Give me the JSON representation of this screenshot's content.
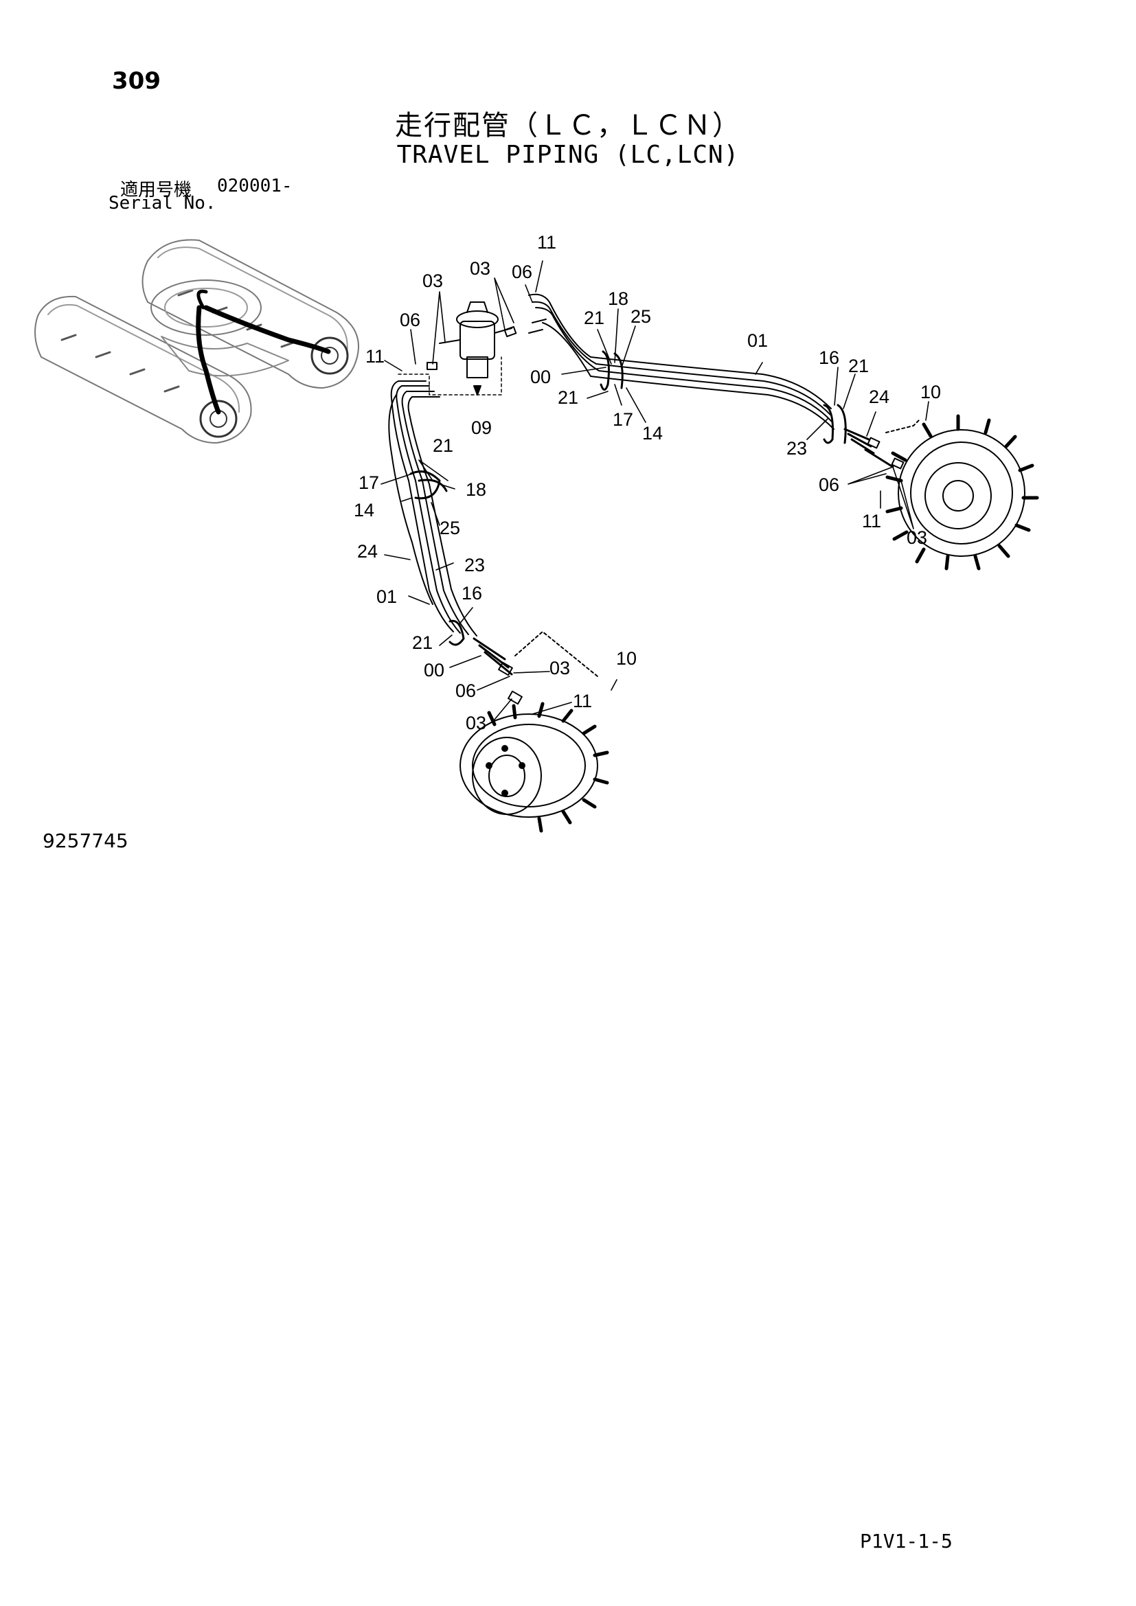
{
  "header": {
    "page_number": "309",
    "title_jp": "走行配管（ＬＣ，ＬＣＮ）",
    "title_en": "TRAVEL PIPING (LC,LCN)",
    "serial_label_jp": "適用号機",
    "serial_value": "020001-",
    "serial_label_en": "Serial No."
  },
  "footer": {
    "drawing_id": "9257745",
    "page_code": "P1V1-1-5"
  },
  "callouts": [
    {
      "id": "c-11-top",
      "text": "11"
    },
    {
      "id": "c-03-a",
      "text": "03"
    },
    {
      "id": "c-03-b",
      "text": "03"
    },
    {
      "id": "c-06-a",
      "text": "06"
    },
    {
      "id": "c-06-b",
      "text": "06"
    },
    {
      "id": "c-11-left",
      "text": "11"
    },
    {
      "id": "c-09",
      "text": "09"
    },
    {
      "id": "c-00-top",
      "text": "00"
    },
    {
      "id": "c-21-top",
      "text": "21"
    },
    {
      "id": "c-18-top",
      "text": "18"
    },
    {
      "id": "c-25-top",
      "text": "25"
    },
    {
      "id": "c-21-mid",
      "text": "21"
    },
    {
      "id": "c-17-top",
      "text": "17"
    },
    {
      "id": "c-14-top",
      "text": "14"
    },
    {
      "id": "c-01-top",
      "text": "01"
    },
    {
      "id": "c-16-right",
      "text": "16"
    },
    {
      "id": "c-21-right",
      "text": "21"
    },
    {
      "id": "c-24-right",
      "text": "24"
    },
    {
      "id": "c-10-right",
      "text": "10"
    },
    {
      "id": "c-23-right",
      "text": "23"
    },
    {
      "id": "c-06-right",
      "text": "06"
    },
    {
      "id": "c-11-right",
      "text": "11"
    },
    {
      "id": "c-03-right",
      "text": "03"
    },
    {
      "id": "c-21-clamp",
      "text": "21"
    },
    {
      "id": "c-17-left",
      "text": "17"
    },
    {
      "id": "c-18-left",
      "text": "18"
    },
    {
      "id": "c-14-left",
      "text": "14"
    },
    {
      "id": "c-25-left",
      "text": "25"
    },
    {
      "id": "c-24-left",
      "text": "24"
    },
    {
      "id": "c-23-left",
      "text": "23"
    },
    {
      "id": "c-01-left",
      "text": "01"
    },
    {
      "id": "c-16-bottom",
      "text": "16"
    },
    {
      "id": "c-21-bottom",
      "text": "21"
    },
    {
      "id": "c-00-bottom",
      "text": "00"
    },
    {
      "id": "c-03-bottom-a",
      "text": "03"
    },
    {
      "id": "c-10-bottom",
      "text": "10"
    },
    {
      "id": "c-06-bottom",
      "text": "06"
    },
    {
      "id": "c-11-bottom",
      "text": "11"
    },
    {
      "id": "c-03-bottom-b",
      "text": "03"
    }
  ]
}
